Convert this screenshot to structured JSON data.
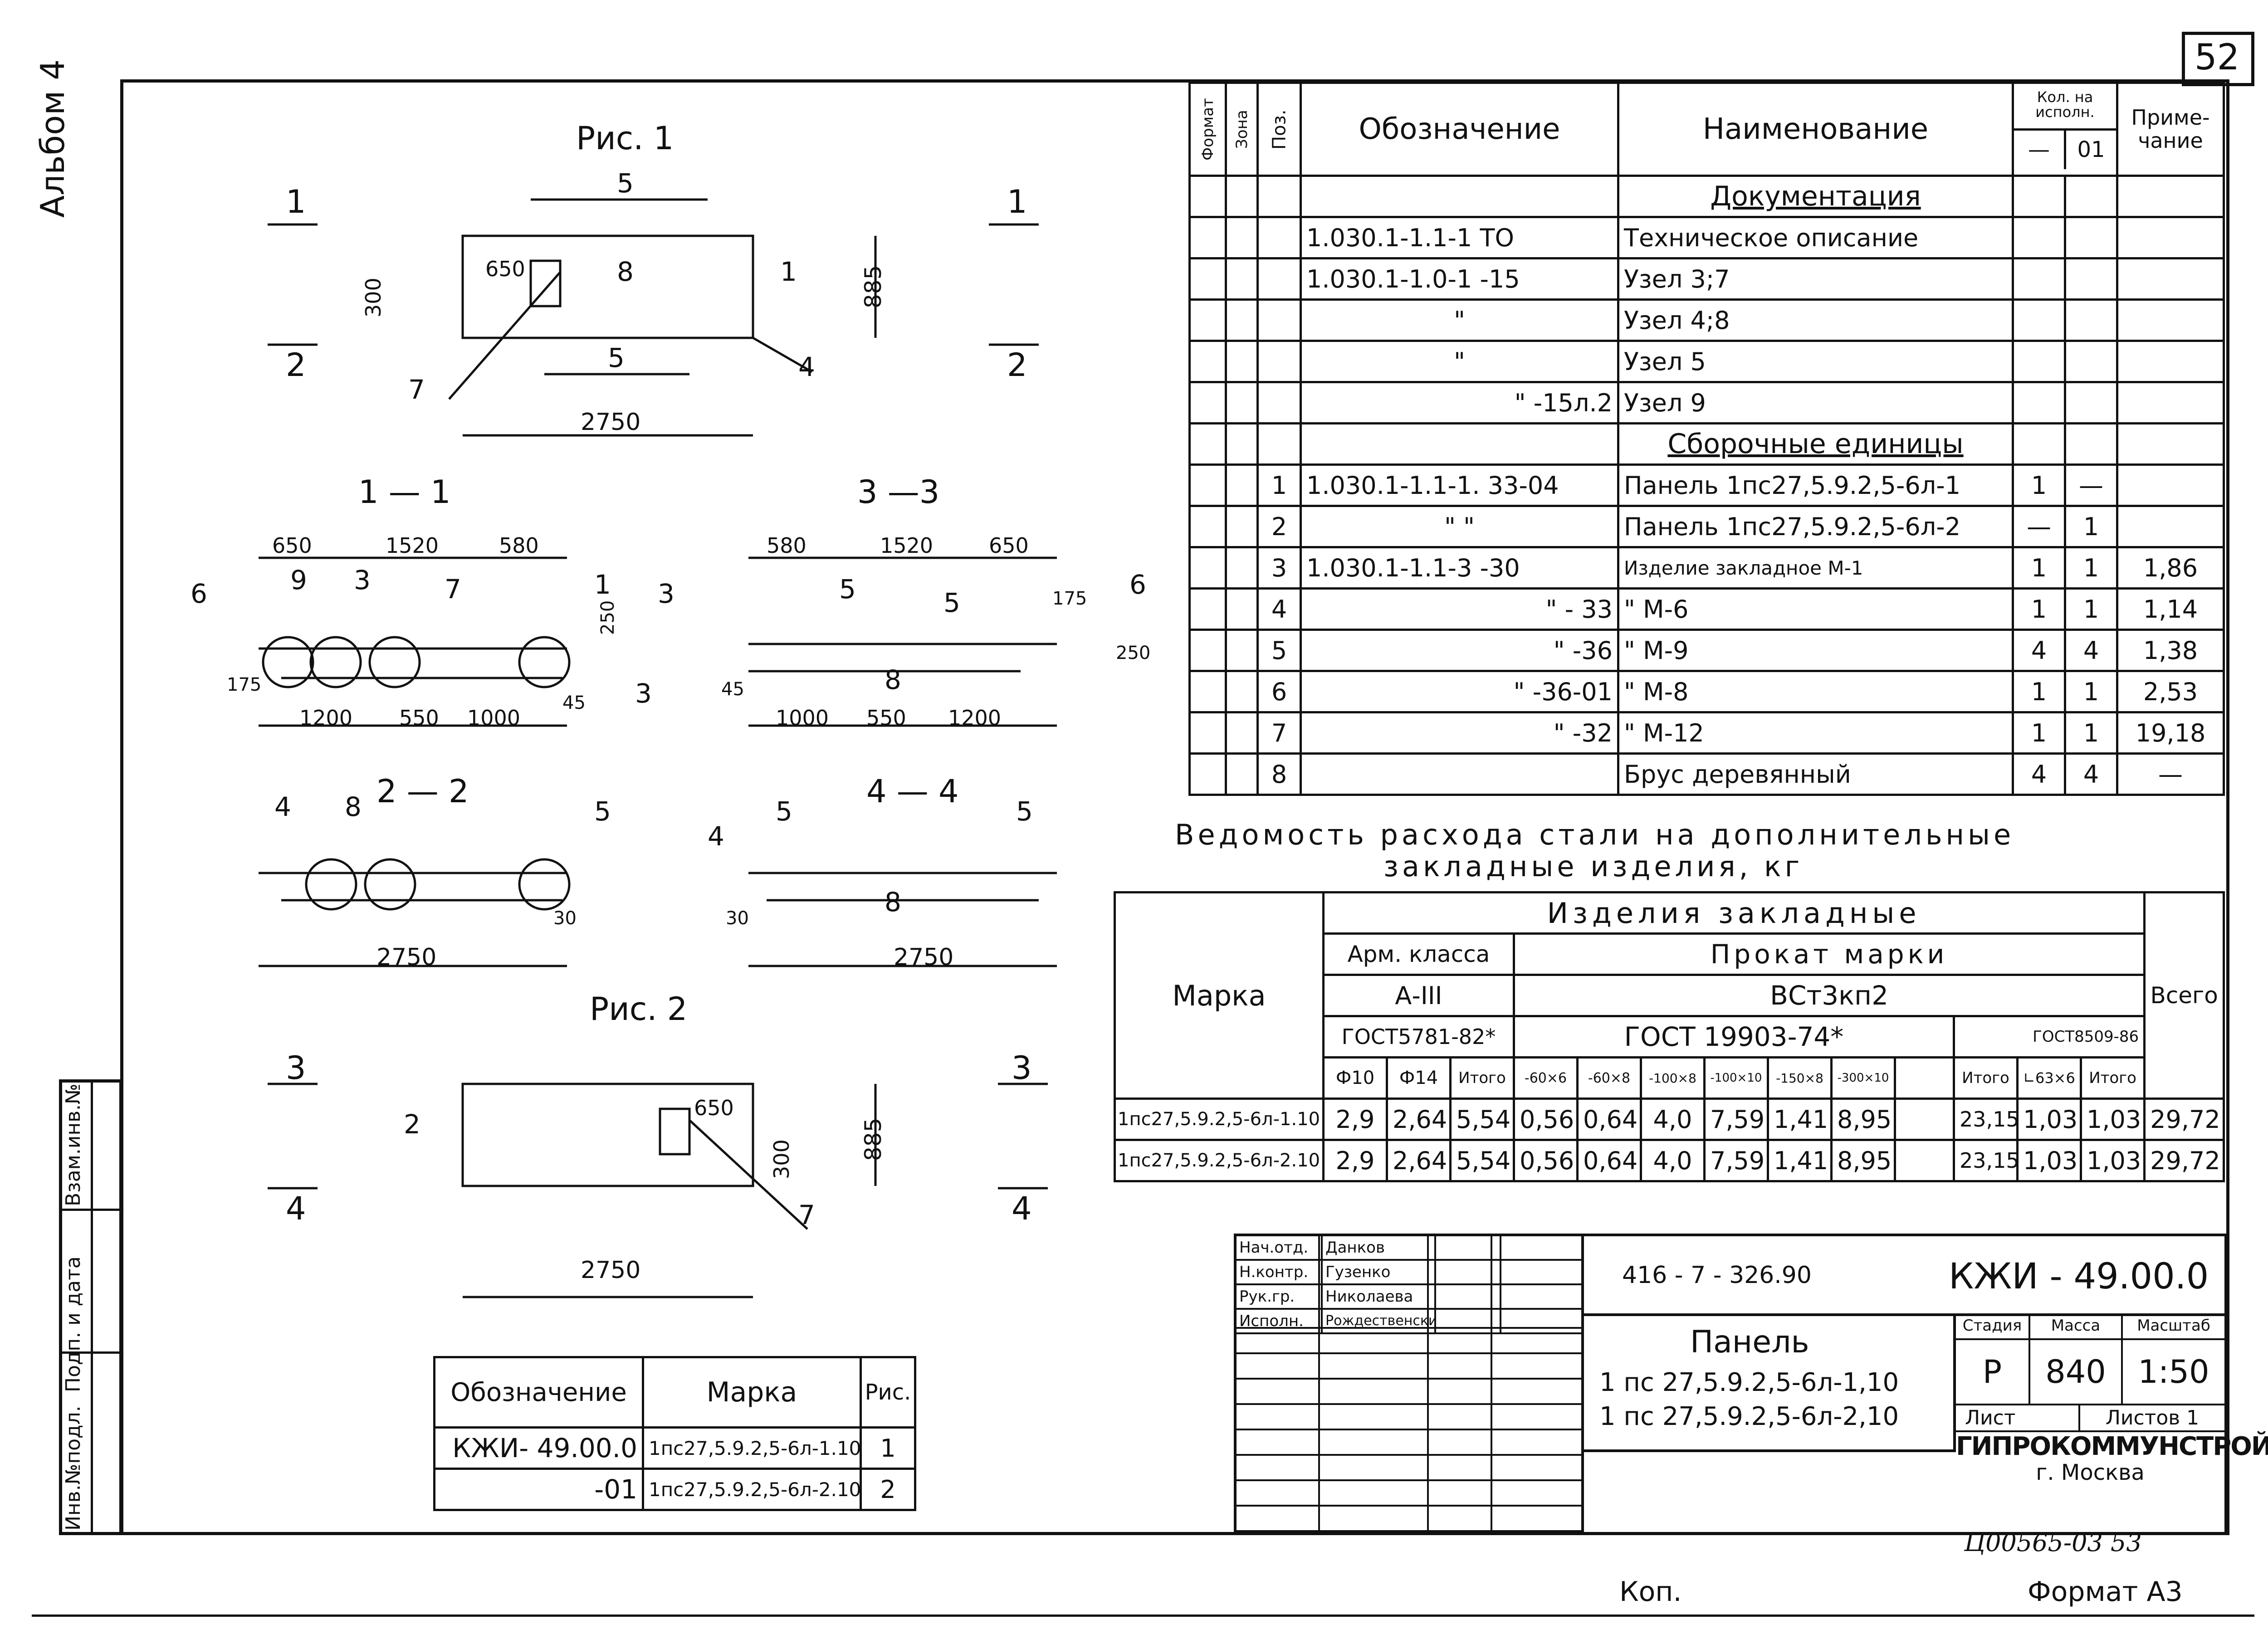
{
  "page_number": "52",
  "album": "Альбом 4",
  "figures": {
    "fig1_title": "Рис. 1",
    "fig2_title": "Рис. 2",
    "section_1_1": "1 — 1",
    "section_2_2": "2 — 2",
    "section_3_3": "3 —3",
    "section_4_4": "4 — 4",
    "cut_1": "1",
    "cut_2": "2",
    "cut_3": "3",
    "cut_4": "4",
    "dims": {
      "d650": "650",
      "d300": "300",
      "d885": "885",
      "d2750": "2750",
      "d1520": "1520",
      "d580": "580",
      "d1200": "1200",
      "d550": "550",
      "d1000": "1000",
      "d175": "175",
      "d250": "250",
      "d45": "45",
      "d30": "30"
    },
    "pos": {
      "p1": "1",
      "p2": "2",
      "p3": "3",
      "p4": "4",
      "p5": "5",
      "p6": "6",
      "p7": "7",
      "p8": "8",
      "p9": "9"
    }
  },
  "spec": {
    "headers": {
      "format": "Формат",
      "zone": "Зона",
      "pos": "Поз.",
      "designation": "Обозначение",
      "name": "Наименование",
      "qty": "Кол. на исполн.",
      "qty_dash": "—",
      "qty_01": "01",
      "note": "Приме- чание"
    },
    "section_docs": "Документация",
    "section_units": "Сборочные единицы",
    "rows": [
      {
        "pos": "",
        "des": "1.030.1-1.1-1   ТО",
        "name": "Техническое описание",
        "q1": "",
        "q2": "",
        "note": ""
      },
      {
        "pos": "",
        "des": "1.030.1-1.0-1   -15",
        "name": "Узел 3;7",
        "q1": "",
        "q2": "",
        "note": ""
      },
      {
        "pos": "",
        "des": "\"",
        "name": "Узел 4;8",
        "q1": "",
        "q2": "",
        "note": ""
      },
      {
        "pos": "",
        "des": "\"",
        "name": "Узел 5",
        "q1": "",
        "q2": "",
        "note": ""
      },
      {
        "pos": "",
        "des": "\"   -15л.2",
        "name": "Узел 9",
        "q1": "",
        "q2": "",
        "note": ""
      },
      {
        "pos": "1",
        "des": "1.030.1-1.1-1. 33-04",
        "name": "Панель 1пс27,5.9.2,5-6л-1",
        "q1": "1",
        "q2": "—",
        "note": ""
      },
      {
        "pos": "2",
        "des": "\"          \"",
        "name": "Панель 1пс27,5.9.2,5-6л-2",
        "q1": "—",
        "q2": "1",
        "note": ""
      },
      {
        "pos": "3",
        "des": "1.030.1-1.1-3   -30",
        "name": "Изделие закладное          М-1",
        "q1": "1",
        "q2": "1",
        "note": "1,86"
      },
      {
        "pos": "4",
        "des": "\"      - 33",
        "name": "\"          М-6",
        "q1": "1",
        "q2": "1",
        "note": "1,14"
      },
      {
        "pos": "5",
        "des": "\"      -36",
        "name": "\"          М-9",
        "q1": "4",
        "q2": "4",
        "note": "1,38"
      },
      {
        "pos": "6",
        "des": "\"     -36-01",
        "name": "\"          М-8",
        "q1": "1",
        "q2": "1",
        "note": "2,53"
      },
      {
        "pos": "7",
        "des": "\"      -32",
        "name": "\"          М-12",
        "q1": "1",
        "q2": "1",
        "note": "19,18"
      },
      {
        "pos": "8",
        "des": "",
        "name": "Брус деревянный",
        "q1": "4",
        "q2": "4",
        "note": "—"
      }
    ]
  },
  "steel": {
    "title_line1": "Ведомость расхода стали на дополнительные",
    "title_line2": "закладные изделия, кг",
    "h_items": "Изделия закладные",
    "h_mark": "Марка",
    "h_arm": "Арм. класса",
    "h_a3": "А-III",
    "h_gost5781": "ГОСТ5781-82*",
    "h_prokat": "Прокат марки",
    "h_vst": "ВСт3кп2",
    "h_gost19903": "ГОСТ 19903-74*",
    "h_gost8509": "ГОСТ8509-86",
    "h_total": "Всего",
    "cols": [
      "Ф10",
      "Ф14",
      "Итого",
      "-60×6",
      "-60×8",
      "-100×8",
      "-100×10",
      "-150×8",
      "-300×10",
      "",
      "Итого",
      "∟63×6",
      "Итого"
    ],
    "rows": [
      {
        "mark": "1пс27,5.9.2,5-6л-1.10",
        "vals": [
          "2,9",
          "2,64",
          "5,54",
          "0,56",
          "0,64",
          "4,0",
          "7,59",
          "1,41",
          "8,95",
          "",
          "23,15",
          "1,03",
          "1,03"
        ],
        "total": "29,72"
      },
      {
        "mark": "1пс27,5.9.2,5-6л-2.10",
        "vals": [
          "2,9",
          "2,64",
          "5,54",
          "0,56",
          "0,64",
          "4,0",
          "7,59",
          "1,41",
          "8,95",
          "",
          "23,15",
          "1,03",
          "1,03"
        ],
        "total": "29,72"
      }
    ]
  },
  "marks_table": {
    "h_des": "Обозначение",
    "h_mark": "Марка",
    "h_fig": "Рис.",
    "rows": [
      {
        "des": "КЖИ- 49.00.0",
        "mark": "1пс27,5.9.2,5-6л-1.10",
        "fig": "1"
      },
      {
        "des": "-01",
        "mark": "1пс27,5.9.2,5-6л-2.10",
        "fig": "2"
      }
    ]
  },
  "stamp": {
    "roles": [
      {
        "role": "Нач.отд.",
        "name": "Данков"
      },
      {
        "role": "Н.контр.",
        "name": "Гузенко"
      },
      {
        "role": "Рук.гр.",
        "name": "Николаева"
      },
      {
        "role": "Исполн.",
        "name": "Рождественский"
      }
    ],
    "project_no": "416 - 7 - 326.90",
    "doc_code": "КЖИ - 49.00.0",
    "title": "Панель",
    "title_line2": "1 пс 27,5.9.2,5-6л-1,10",
    "title_line3": "1 пс 27,5.9.2,5-6л-2,10",
    "h_stage": "Стадия",
    "h_mass": "Масса",
    "h_scale": "Масштаб",
    "stage": "Р",
    "mass": "840",
    "scale": "1:50",
    "sheet_label": "Лист",
    "sheets_label": "Листов 1",
    "org": "ГИПРОКОММУНСТРОЙ",
    "city": "г. Москва"
  },
  "side_strip": {
    "inv": "Инв.№подл.",
    "sign_date": "Подп. и дата",
    "vzam": "Взам.инв.№"
  },
  "footer": {
    "archive": "Ц00565-03 53",
    "copied": "Коп.",
    "format": "Формат А3"
  }
}
